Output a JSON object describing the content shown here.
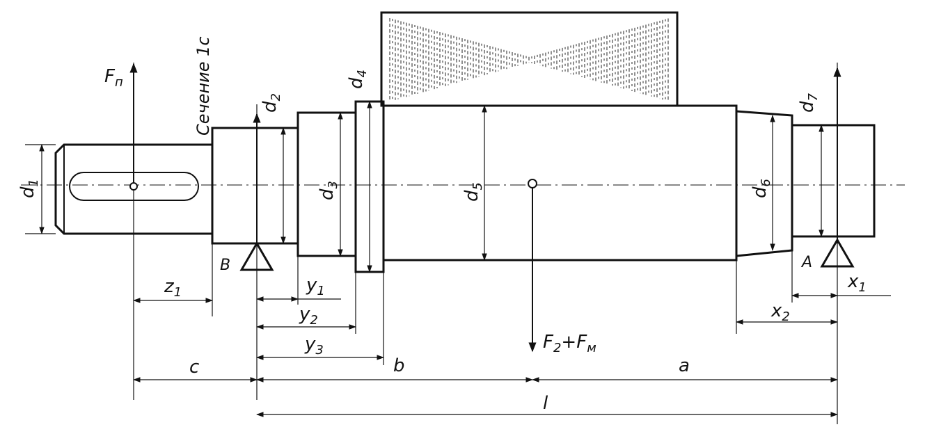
{
  "drawing": {
    "section_label": "Сечение 1с",
    "forces": {
      "fn": {
        "main": "F",
        "sub": "п"
      },
      "f2_fm": {
        "a": "F",
        "a_sub": "2",
        "plus": "+",
        "b": "F",
        "b_sub": "м"
      }
    },
    "supports": {
      "left": "B",
      "right": "A"
    },
    "diameters": [
      {
        "main": "d",
        "sub": "1"
      },
      {
        "main": "d",
        "sub": "2"
      },
      {
        "main": "d",
        "sub": "3"
      },
      {
        "main": "d",
        "sub": "4"
      },
      {
        "main": "d",
        "sub": "5"
      },
      {
        "main": "d",
        "sub": "6"
      },
      {
        "main": "d",
        "sub": "7"
      }
    ],
    "dims": {
      "z1": {
        "main": "z",
        "sub": "1"
      },
      "y1": {
        "main": "y",
        "sub": "1"
      },
      "y2": {
        "main": "y",
        "sub": "2"
      },
      "y3": {
        "main": "y",
        "sub": "3"
      },
      "x1": {
        "main": "x",
        "sub": "1"
      },
      "x2": {
        "main": "x",
        "sub": "2"
      },
      "c": "c",
      "b": "b",
      "a": "a",
      "l": "l"
    }
  }
}
